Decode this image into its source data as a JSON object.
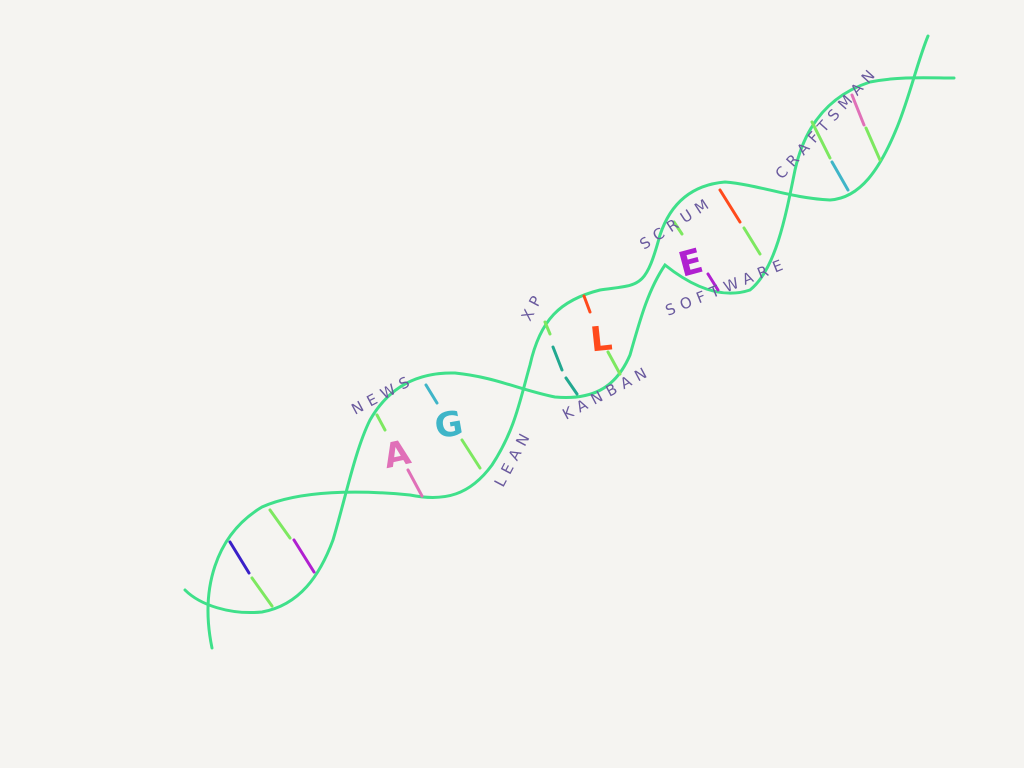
{
  "big_letters": [
    {
      "key": "a",
      "text": "A",
      "color": "#e070b8"
    },
    {
      "key": "g",
      "text": "G",
      "color": "#3fb5c8"
    },
    {
      "key": "l",
      "text": "L",
      "color": "#ff4a1c"
    },
    {
      "key": "e",
      "text": "E",
      "color": "#b020d0"
    }
  ],
  "words": {
    "news": "NEWS",
    "lean": "LEAN",
    "xp": "XP",
    "kanban": "KANBAN",
    "scrum": "SCRUM",
    "software": "SOFTWARE",
    "craftsman": "CRAFTSMAN"
  },
  "colors": {
    "background": "#f5f4f1",
    "strand": "#3fe08a",
    "word_ink": "#6a5a9e"
  }
}
